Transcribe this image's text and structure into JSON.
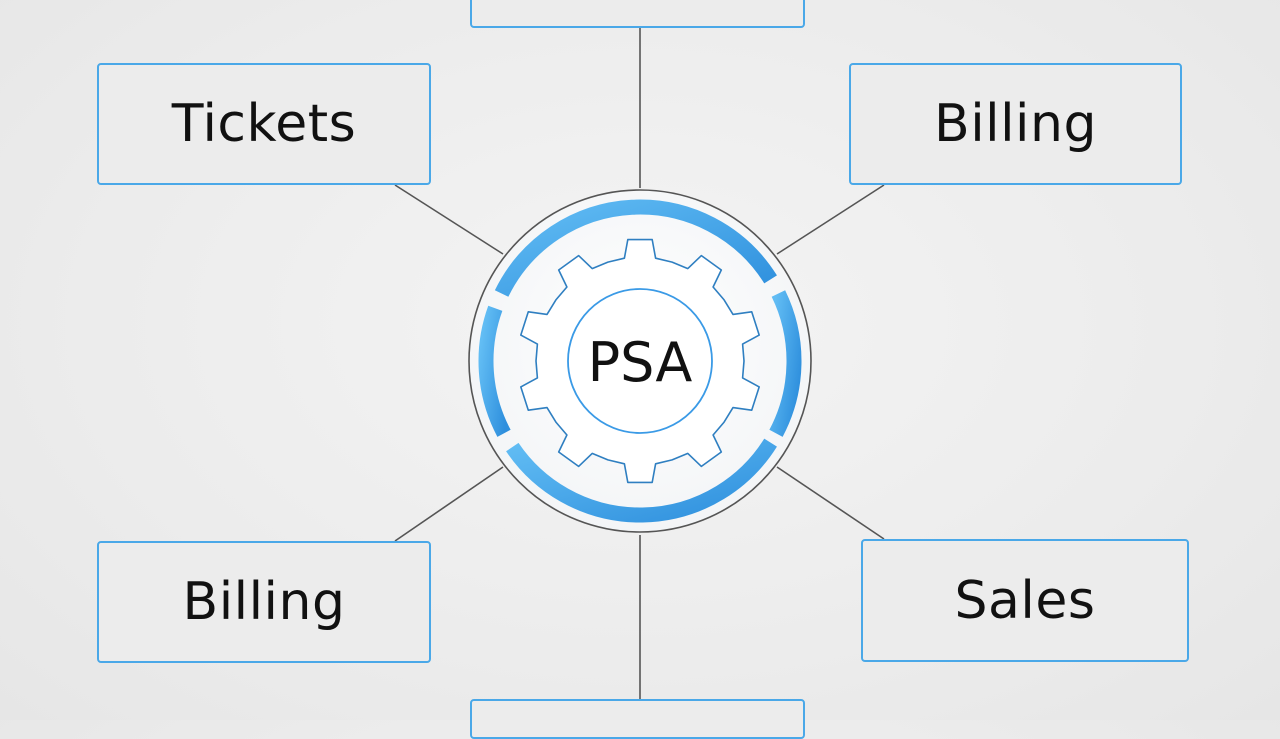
{
  "hub": {
    "label": "PSA"
  },
  "nodes": {
    "top": "",
    "top_left": "Tickets",
    "top_right": "Billing",
    "bottom_left": "Billing",
    "bottom_right": "Sales",
    "bottom": ""
  },
  "colors": {
    "accent": "#3a9ae6",
    "accent_light": "#5cb8f2",
    "gear_stroke": "#2f7fc1",
    "connector": "#555555",
    "node_border": "#4aa8e8",
    "background": "#ececec"
  }
}
